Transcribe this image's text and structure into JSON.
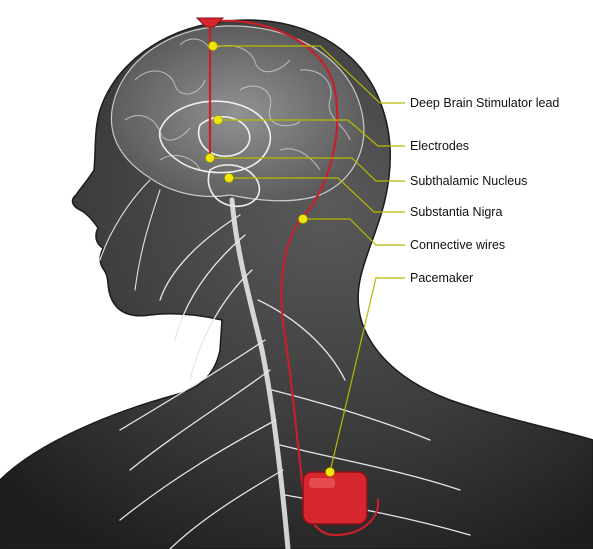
{
  "colors": {
    "background": "#ffffff",
    "silhouette": "#3a3a3a",
    "silhouette_edge": "#1c1c1c",
    "nerves": "#e6e6e6",
    "brain": "#cfcfcf",
    "lead": "#c8202a",
    "callout_line": "#b8b800",
    "callout_dot": "#f2e600",
    "pacemaker": "#d7262e"
  },
  "labels": [
    {
      "id": "dbs_lead",
      "text": "Deep Brain Stimulator lead",
      "icon": "yellow-dot-marker"
    },
    {
      "id": "electrodes",
      "text": "Electrodes",
      "icon": "yellow-dot-marker"
    },
    {
      "id": "stn",
      "text": "Subthalamic Nucleus",
      "icon": "yellow-dot-marker"
    },
    {
      "id": "snigra",
      "text": "Substantia Nigra",
      "icon": "yellow-dot-marker"
    },
    {
      "id": "wires",
      "text": "Connective wires",
      "icon": "yellow-dot-marker"
    },
    {
      "id": "pacemaker",
      "text": "Pacemaker",
      "icon": "yellow-dot-marker"
    }
  ]
}
